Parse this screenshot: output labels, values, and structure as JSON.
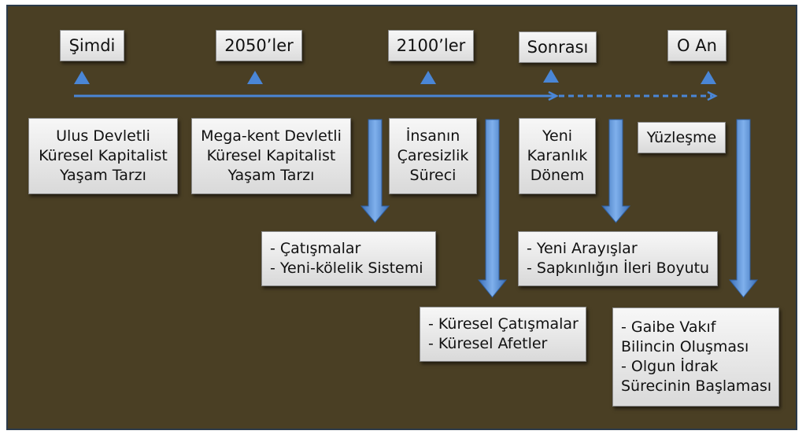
{
  "timeline": {
    "points": [
      "Şimdi",
      "2050’ler",
      "2100’ler",
      "Sonrası",
      "O An"
    ]
  },
  "stages": [
    [
      "Ulus Devletli",
      "Küresel Kapitalist",
      "Yaşam Tarzı"
    ],
    [
      "Mega-kent Devletli",
      "Küresel Kapitalist",
      "Yaşam Tarzı"
    ],
    [
      "İnsanın",
      "Çaresizlik",
      "Süreci"
    ],
    [
      "Yeni",
      "Karanlık",
      "Dönem"
    ],
    [
      "Yüzleşme"
    ]
  ],
  "outcomes": [
    [
      "- Çatışmalar",
      "- Yeni-kölelik Sistemi"
    ],
    [
      "- Küresel Çatışmalar",
      "- Küresel Afetler"
    ],
    [
      "- Yeni Arayışlar",
      "- Sapkınlığın İleri Boyutu"
    ],
    [
      "- Gaibe Vakıf",
      "Bilincin Oluşması",
      "- Olgun İdrak",
      "Sürecinin Başlaması"
    ]
  ],
  "colors": {
    "background": "#4a3f24",
    "arrow": "#3f79c8",
    "box": "#e8e8e8"
  }
}
